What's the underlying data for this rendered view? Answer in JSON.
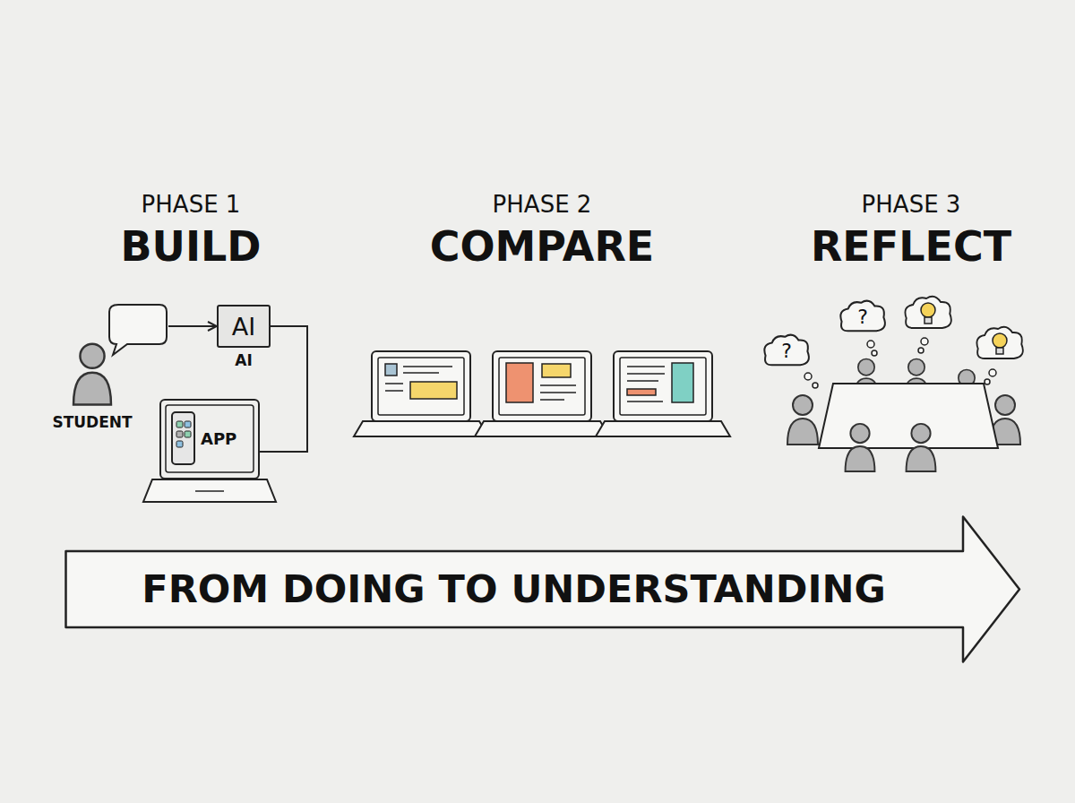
{
  "diagram": {
    "nodes": [
      {
        "text": [
          "STUDENT"
        ]
      },
      {
        "text": [
          "AI",
          "AI"
        ]
      },
      {
        "text": [
          "APP"
        ]
      },
      {
        "text": [
          "?"
        ]
      },
      {
        "text": [
          "?"
        ]
      },
      {
        "text": [
          "FROM DOING TO UNDERSTANDING"
        ]
      }
    ],
    "edges": [
      {
        "from": 0,
        "to": 1,
        "arrow": "to"
      },
      {
        "from": 1,
        "to": 2,
        "arrow": "none"
      }
    ],
    "labels": [
      "PHASE 1",
      "BUILD",
      "PHASE 2",
      "COMPARE",
      "PHASE 3",
      "REFLECT"
    ]
  }
}
